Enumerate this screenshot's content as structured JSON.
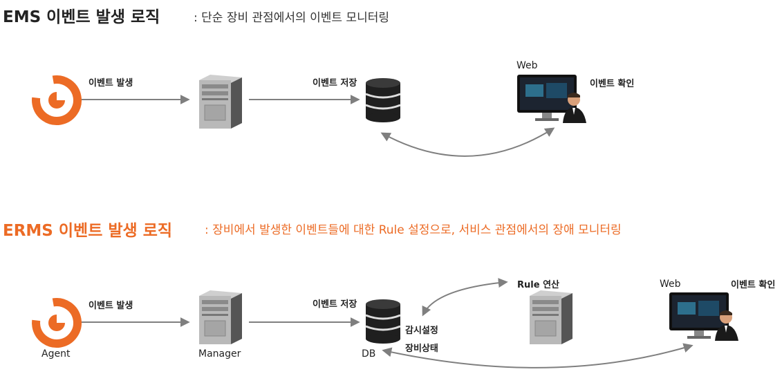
{
  "ems": {
    "title": "EMS 이벤트 발생 로직",
    "subtitle": ": 단순 장비 관점에서의 이벤트 모니터링",
    "labels": {
      "event_occur": "이벤트 발생",
      "event_store": "이벤트 저장",
      "web": "Web",
      "event_check": "이벤트 확인"
    }
  },
  "erms": {
    "title": "ERMS 이벤트 발생 로직",
    "subtitle": ": 장비에서 발생한 이벤트들에 대한 Rule 설정으로, 서비스 관점에서의 장애 모니터링",
    "labels": {
      "event_occur": "이벤트 발생",
      "event_store": "이벤트 저장",
      "rule_calc": "Rule 연산",
      "web": "Web",
      "event_check": "이벤트 확인",
      "watch_setting": "감시설정",
      "device_status": "장비상태"
    },
    "captions": {
      "agent": "Agent",
      "manager": "Manager",
      "db": "DB"
    }
  },
  "colors": {
    "accent_orange": "#ec6b25",
    "arrow_gray": "#7f7f7f",
    "heading_dark": "#222222"
  },
  "icons": [
    "agent-logo-icon",
    "server-icon",
    "database-icon",
    "monitor-user-icon"
  ]
}
